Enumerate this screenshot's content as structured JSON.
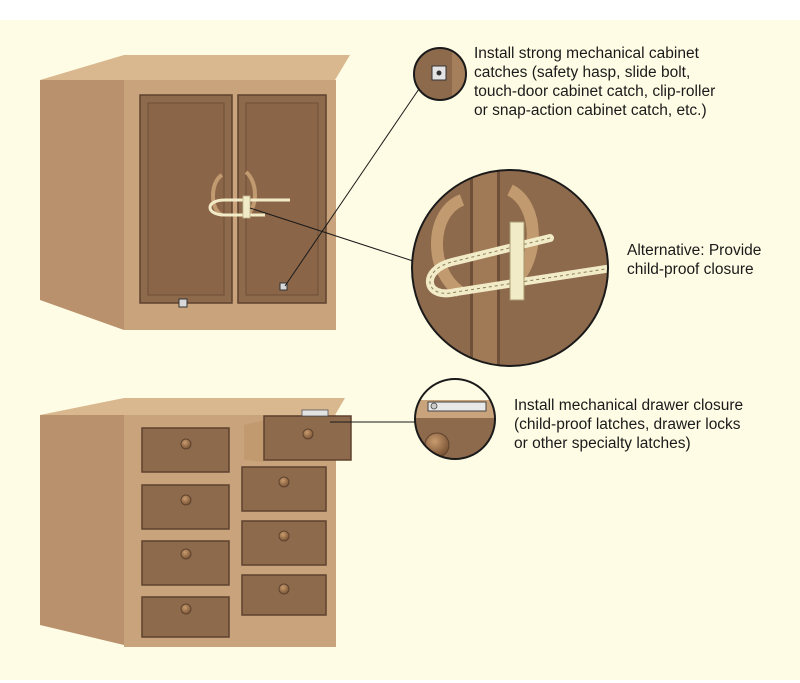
{
  "background_color": "#FFFCE5",
  "colors": {
    "wood_face": "#8E6A4D",
    "wood_light": "#D9B78F",
    "wood_side": "#B9926D",
    "panel": "#7E5B3F",
    "latch": "#F2EBC8",
    "line": "#1A1A1A"
  },
  "callouts": {
    "cabinet_catch": {
      "lines": [
        "Install strong mechanical cabinet",
        "catches (safety hasp, slide bolt,",
        "touch-door cabinet catch, clip-roller",
        "or snap-action cabinet catch, etc.)"
      ],
      "icon": "cabinet-catch-icon"
    },
    "child_proof_closure": {
      "lines": [
        "Alternative: Provide",
        "child-proof closure"
      ],
      "icon": "u-shaped-latch-icon"
    },
    "drawer_closure": {
      "lines": [
        "Install mechanical drawer closure",
        "(child-proof latches, drawer locks",
        "or other specialty latches)"
      ],
      "icon": "drawer-latch-icon"
    }
  }
}
